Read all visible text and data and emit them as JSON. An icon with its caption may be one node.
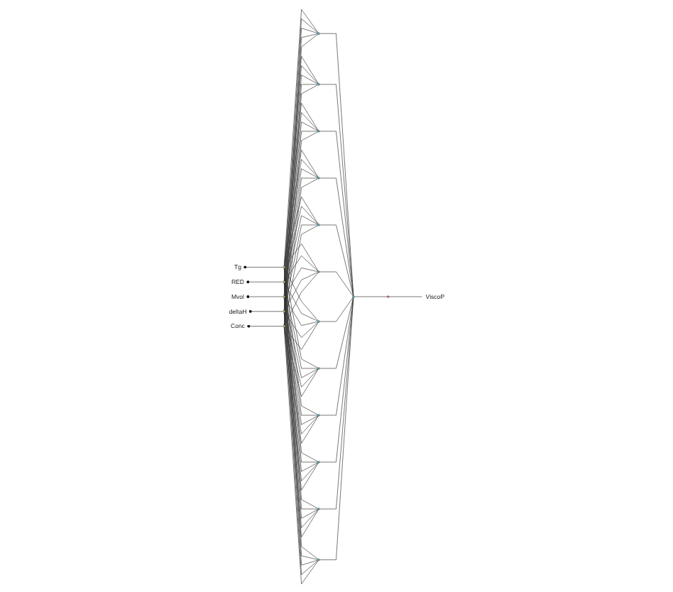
{
  "diagram": {
    "nodes": [
      {
        "text": [
          "Tg"
        ]
      },
      {
        "text": [
          "RED"
        ]
      },
      {
        "text": [
          "Mvol"
        ]
      },
      {
        "text": [
          "deltaH"
        ]
      },
      {
        "text": [
          "Conc"
        ]
      },
      {
        "text": [],
        "shape": "circle"
      },
      {
        "text": [],
        "shape": "circle"
      },
      {
        "text": [],
        "shape": "circle"
      },
      {
        "text": [],
        "shape": "circle"
      },
      {
        "text": [],
        "shape": "circle"
      },
      {
        "text": [],
        "shape": "circle"
      },
      {
        "text": [],
        "shape": "circle"
      },
      {
        "text": [],
        "shape": "circle"
      },
      {
        "text": [],
        "shape": "circle"
      },
      {
        "text": [],
        "shape": "circle"
      },
      {
        "text": [],
        "shape": "circle"
      },
      {
        "text": [],
        "shape": "circle"
      },
      {
        "text": [],
        "shape": "circle"
      },
      {
        "text": [],
        "shape": "circle"
      },
      {
        "text": [],
        "shape": "circle"
      },
      {
        "text": [],
        "shape": "circle"
      },
      {
        "text": [],
        "shape": "circle"
      },
      {
        "text": [],
        "shape": "circle"
      },
      {
        "text": [],
        "shape": "circle"
      },
      {
        "text": [
          "ViscoP"
        ]
      }
    ],
    "edges": [
      {
        "from": 0,
        "to": 5,
        "arrow": "other"
      },
      {
        "from": 1,
        "to": 6,
        "arrow": "other"
      },
      {
        "from": 2,
        "to": 7,
        "arrow": "other"
      },
      {
        "from": 3,
        "to": 8,
        "arrow": "other"
      },
      {
        "from": 4,
        "to": 9,
        "arrow": "other"
      },
      {
        "from": 5,
        "to": 10,
        "arrow": "none"
      },
      {
        "from": 5,
        "to": 11,
        "arrow": "none"
      },
      {
        "from": 5,
        "to": 12,
        "arrow": "none"
      },
      {
        "from": 5,
        "to": 13,
        "arrow": "none"
      },
      {
        "from": 5,
        "to": 14,
        "arrow": "none"
      },
      {
        "from": 5,
        "to": 15,
        "arrow": "none"
      },
      {
        "from": 5,
        "to": 16,
        "arrow": "none"
      },
      {
        "from": 5,
        "to": 17,
        "arrow": "none"
      },
      {
        "from": 5,
        "to": 18,
        "arrow": "none"
      },
      {
        "from": 5,
        "to": 19,
        "arrow": "none"
      },
      {
        "from": 5,
        "to": 20,
        "arrow": "none"
      },
      {
        "from": 5,
        "to": 21,
        "arrow": "none"
      },
      {
        "from": 6,
        "to": 10,
        "arrow": "none"
      },
      {
        "from": 6,
        "to": 11,
        "arrow": "none"
      },
      {
        "from": 6,
        "to": 12,
        "arrow": "none"
      },
      {
        "from": 6,
        "to": 13,
        "arrow": "none"
      },
      {
        "from": 6,
        "to": 14,
        "arrow": "none"
      },
      {
        "from": 6,
        "to": 15,
        "arrow": "none"
      },
      {
        "from": 6,
        "to": 16,
        "arrow": "none"
      },
      {
        "from": 6,
        "to": 17,
        "arrow": "none"
      },
      {
        "from": 6,
        "to": 18,
        "arrow": "none"
      },
      {
        "from": 6,
        "to": 19,
        "arrow": "none"
      },
      {
        "from": 6,
        "to": 20,
        "arrow": "none"
      },
      {
        "from": 6,
        "to": 21,
        "arrow": "none"
      },
      {
        "from": 7,
        "to": 10,
        "arrow": "none"
      },
      {
        "from": 7,
        "to": 11,
        "arrow": "none"
      },
      {
        "from": 7,
        "to": 12,
        "arrow": "none"
      },
      {
        "from": 7,
        "to": 13,
        "arrow": "none"
      },
      {
        "from": 7,
        "to": 14,
        "arrow": "none"
      },
      {
        "from": 7,
        "to": 15,
        "arrow": "none"
      },
      {
        "from": 7,
        "to": 16,
        "arrow": "none"
      },
      {
        "from": 7,
        "to": 17,
        "arrow": "none"
      },
      {
        "from": 7,
        "to": 18,
        "arrow": "none"
      },
      {
        "from": 7,
        "to": 19,
        "arrow": "none"
      },
      {
        "from": 7,
        "to": 20,
        "arrow": "none"
      },
      {
        "from": 7,
        "to": 21,
        "arrow": "none"
      },
      {
        "from": 8,
        "to": 10,
        "arrow": "none"
      },
      {
        "from": 8,
        "to": 11,
        "arrow": "none"
      },
      {
        "from": 8,
        "to": 12,
        "arrow": "none"
      },
      {
        "from": 8,
        "to": 13,
        "arrow": "none"
      },
      {
        "from": 8,
        "to": 14,
        "arrow": "none"
      },
      {
        "from": 8,
        "to": 15,
        "arrow": "none"
      },
      {
        "from": 8,
        "to": 16,
        "arrow": "none"
      },
      {
        "from": 8,
        "to": 17,
        "arrow": "none"
      },
      {
        "from": 8,
        "to": 18,
        "arrow": "none"
      },
      {
        "from": 8,
        "to": 19,
        "arrow": "none"
      },
      {
        "from": 8,
        "to": 20,
        "arrow": "none"
      },
      {
        "from": 8,
        "to": 21,
        "arrow": "none"
      },
      {
        "from": 9,
        "to": 10,
        "arrow": "none"
      },
      {
        "from": 9,
        "to": 11,
        "arrow": "none"
      },
      {
        "from": 9,
        "to": 12,
        "arrow": "none"
      },
      {
        "from": 9,
        "to": 13,
        "arrow": "none"
      },
      {
        "from": 9,
        "to": 14,
        "arrow": "none"
      },
      {
        "from": 9,
        "to": 15,
        "arrow": "none"
      },
      {
        "from": 9,
        "to": 16,
        "arrow": "none"
      },
      {
        "from": 9,
        "to": 17,
        "arrow": "none"
      },
      {
        "from": 9,
        "to": 18,
        "arrow": "none"
      },
      {
        "from": 9,
        "to": 19,
        "arrow": "none"
      },
      {
        "from": 9,
        "to": 20,
        "arrow": "none"
      },
      {
        "from": 9,
        "to": 21,
        "arrow": "none"
      },
      {
        "from": 10,
        "to": 22,
        "arrow": "none"
      },
      {
        "from": 11,
        "to": 22,
        "arrow": "none"
      },
      {
        "from": 12,
        "to": 22,
        "arrow": "none"
      },
      {
        "from": 13,
        "to": 22,
        "arrow": "none"
      },
      {
        "from": 14,
        "to": 22,
        "arrow": "none"
      },
      {
        "from": 15,
        "to": 22,
        "arrow": "none"
      },
      {
        "from": 16,
        "to": 22,
        "arrow": "none"
      },
      {
        "from": 17,
        "to": 22,
        "arrow": "none"
      },
      {
        "from": 18,
        "to": 22,
        "arrow": "none"
      },
      {
        "from": 19,
        "to": 22,
        "arrow": "none"
      },
      {
        "from": 20,
        "to": 22,
        "arrow": "none"
      },
      {
        "from": 21,
        "to": 22,
        "arrow": "none"
      },
      {
        "from": 22,
        "to": 23,
        "arrow": "none"
      },
      {
        "from": 23,
        "to": 24,
        "arrow": "none"
      }
    ]
  }
}
